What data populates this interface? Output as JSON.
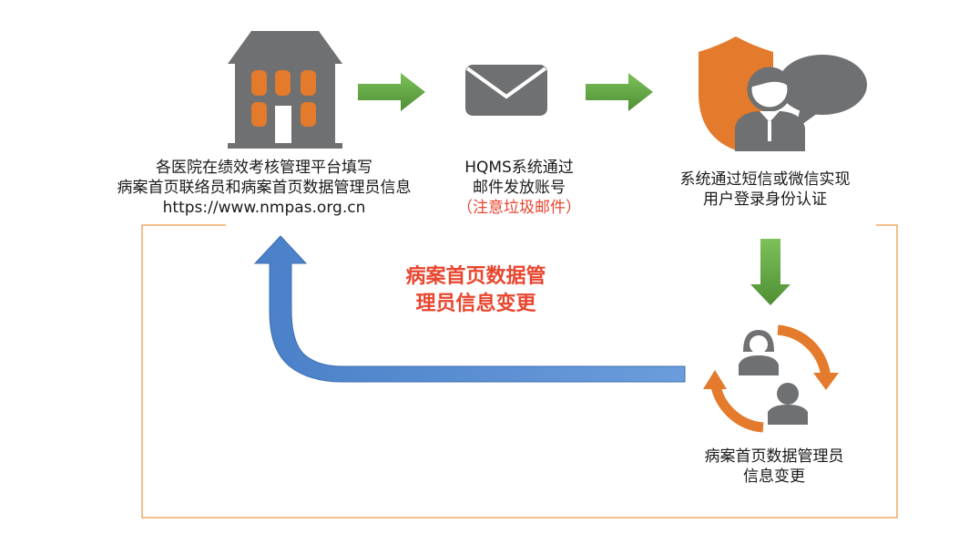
{
  "steps": {
    "hospital": {
      "line1": "各医院在绩效考核管理平台填写",
      "line2": "病案首页联络员和病案首页数据管理员信息",
      "url": "https://www.nmpas.org.cn",
      "icon": "building-icon"
    },
    "email": {
      "line1": "HQMS系统通过",
      "line2": "邮件发放账号",
      "note": "（注意垃圾邮件）",
      "icon": "envelope-icon"
    },
    "auth": {
      "line1": "系统通过短信或微信实现",
      "line2": "用户登录身份认证",
      "icon": "user-shield-chat-icon"
    },
    "change": {
      "line1": "病案首页数据管理员",
      "line2": "信息变更",
      "icon": "user-swap-icon"
    }
  },
  "center_label": {
    "line1": "病案首页数据管",
    "line2": "理员信息变更"
  },
  "colors": {
    "gray_icon": "#6f7072",
    "orange": "#e37a2c",
    "green_arrow": "#62a442",
    "blue_arrow": "#5b8fd1",
    "frame": "#f0a868",
    "red_text": "#e8462f"
  }
}
